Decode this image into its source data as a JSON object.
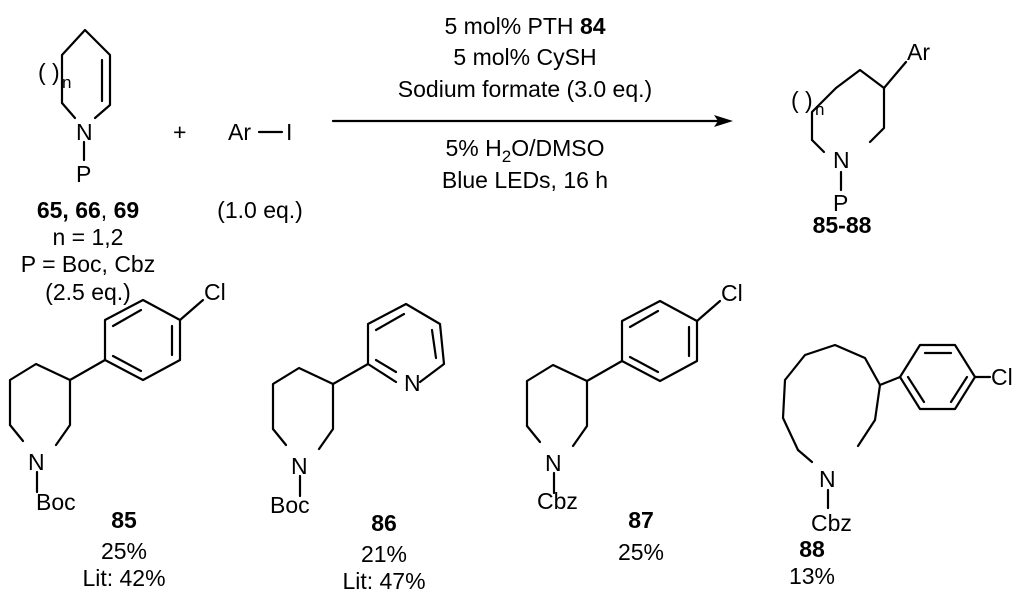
{
  "reaction": {
    "conditions_above": {
      "line1": {
        "prefix": "5 mol% PTH ",
        "bold": "84"
      },
      "line2": "5 mol% CySH",
      "line3": "Sodium formate (3.0 eq.)"
    },
    "conditions_below": {
      "line1": {
        "prefix": "5% H",
        "sub": "2",
        "suffix": "O/DMSO"
      },
      "line2": "Blue LEDs, 16 h"
    },
    "plus": "+",
    "reactant_1": {
      "loop_paren": "( )",
      "loop_index": "n",
      "nitrogen": "N",
      "protecting_group": "P",
      "label": {
        "bold_a": "65, 66",
        "sep": ", ",
        "bold_b": "69"
      },
      "n_values": "n = 1,2",
      "p_values": "P = Boc, Cbz",
      "equiv": "(2.5 eq.)"
    },
    "reactant_2": {
      "aryl": "Ar",
      "halogen": "I",
      "equiv": "(1.0 eq.)"
    },
    "product": {
      "loop_paren": "( )",
      "loop_index": "n",
      "aryl": "Ar",
      "nitrogen": "N",
      "protecting_group": "P",
      "label": "85-88"
    }
  },
  "products": [
    {
      "id": "85",
      "pg": "Boc",
      "substituent": "Cl",
      "yield": "25%",
      "literature": "Lit: 42%"
    },
    {
      "id": "86",
      "pg": "Boc",
      "hetero_atom": "N",
      "yield": "21%",
      "literature": "Lit: 47%"
    },
    {
      "id": "87",
      "pg": "Cbz",
      "substituent": "Cl",
      "yield": "25%"
    },
    {
      "id": "88",
      "pg": "Cbz",
      "substituent": "Cl",
      "yield": "13%"
    }
  ]
}
